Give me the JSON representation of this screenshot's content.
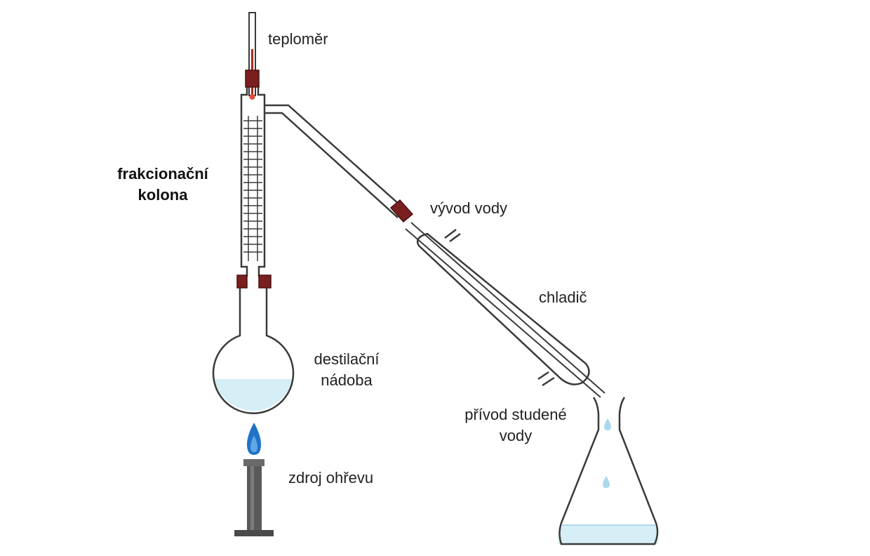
{
  "labels": {
    "thermometer": "teploměr",
    "fractionating_column": [
      "frakcionační",
      "kolona"
    ],
    "water_outlet": "vývod vody",
    "condenser": "chladič",
    "distillation_flask": [
      "destilační",
      "nádoba"
    ],
    "cold_water_inlet": [
      "přívod studené",
      "vody"
    ],
    "heat_source": "zdroj ohřevu"
  },
  "colors": {
    "glass_outline": "#3a3a3a",
    "liquid": "#d6eef5",
    "stopper": "#7a1f1f",
    "thermometer_mercury": "#b3261e",
    "flame": "#1f73c9",
    "burner": "#5a5a5a",
    "droplet": "#a9d9ec"
  },
  "icons": {
    "flame": "flame-icon",
    "droplet": "droplet-icon"
  }
}
